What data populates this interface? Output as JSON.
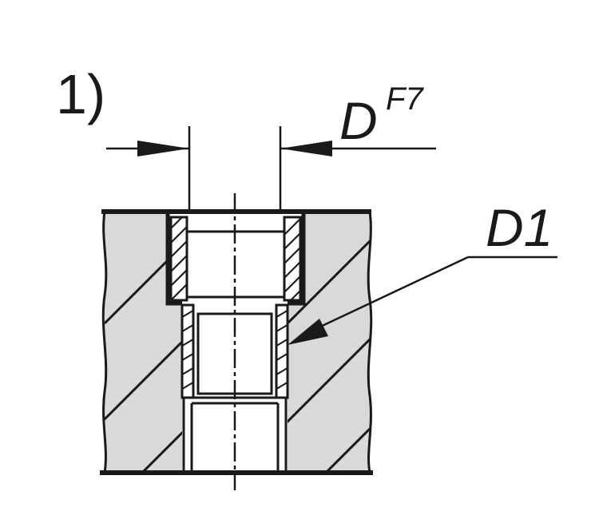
{
  "figure": {
    "note_number": "1)",
    "dimension_label": "D",
    "tolerance": "F7",
    "bore_label": "D1"
  },
  "colors": {
    "line": "#1a1a1a",
    "section_fill": "#d9d9d9",
    "background": "#ffffff"
  }
}
